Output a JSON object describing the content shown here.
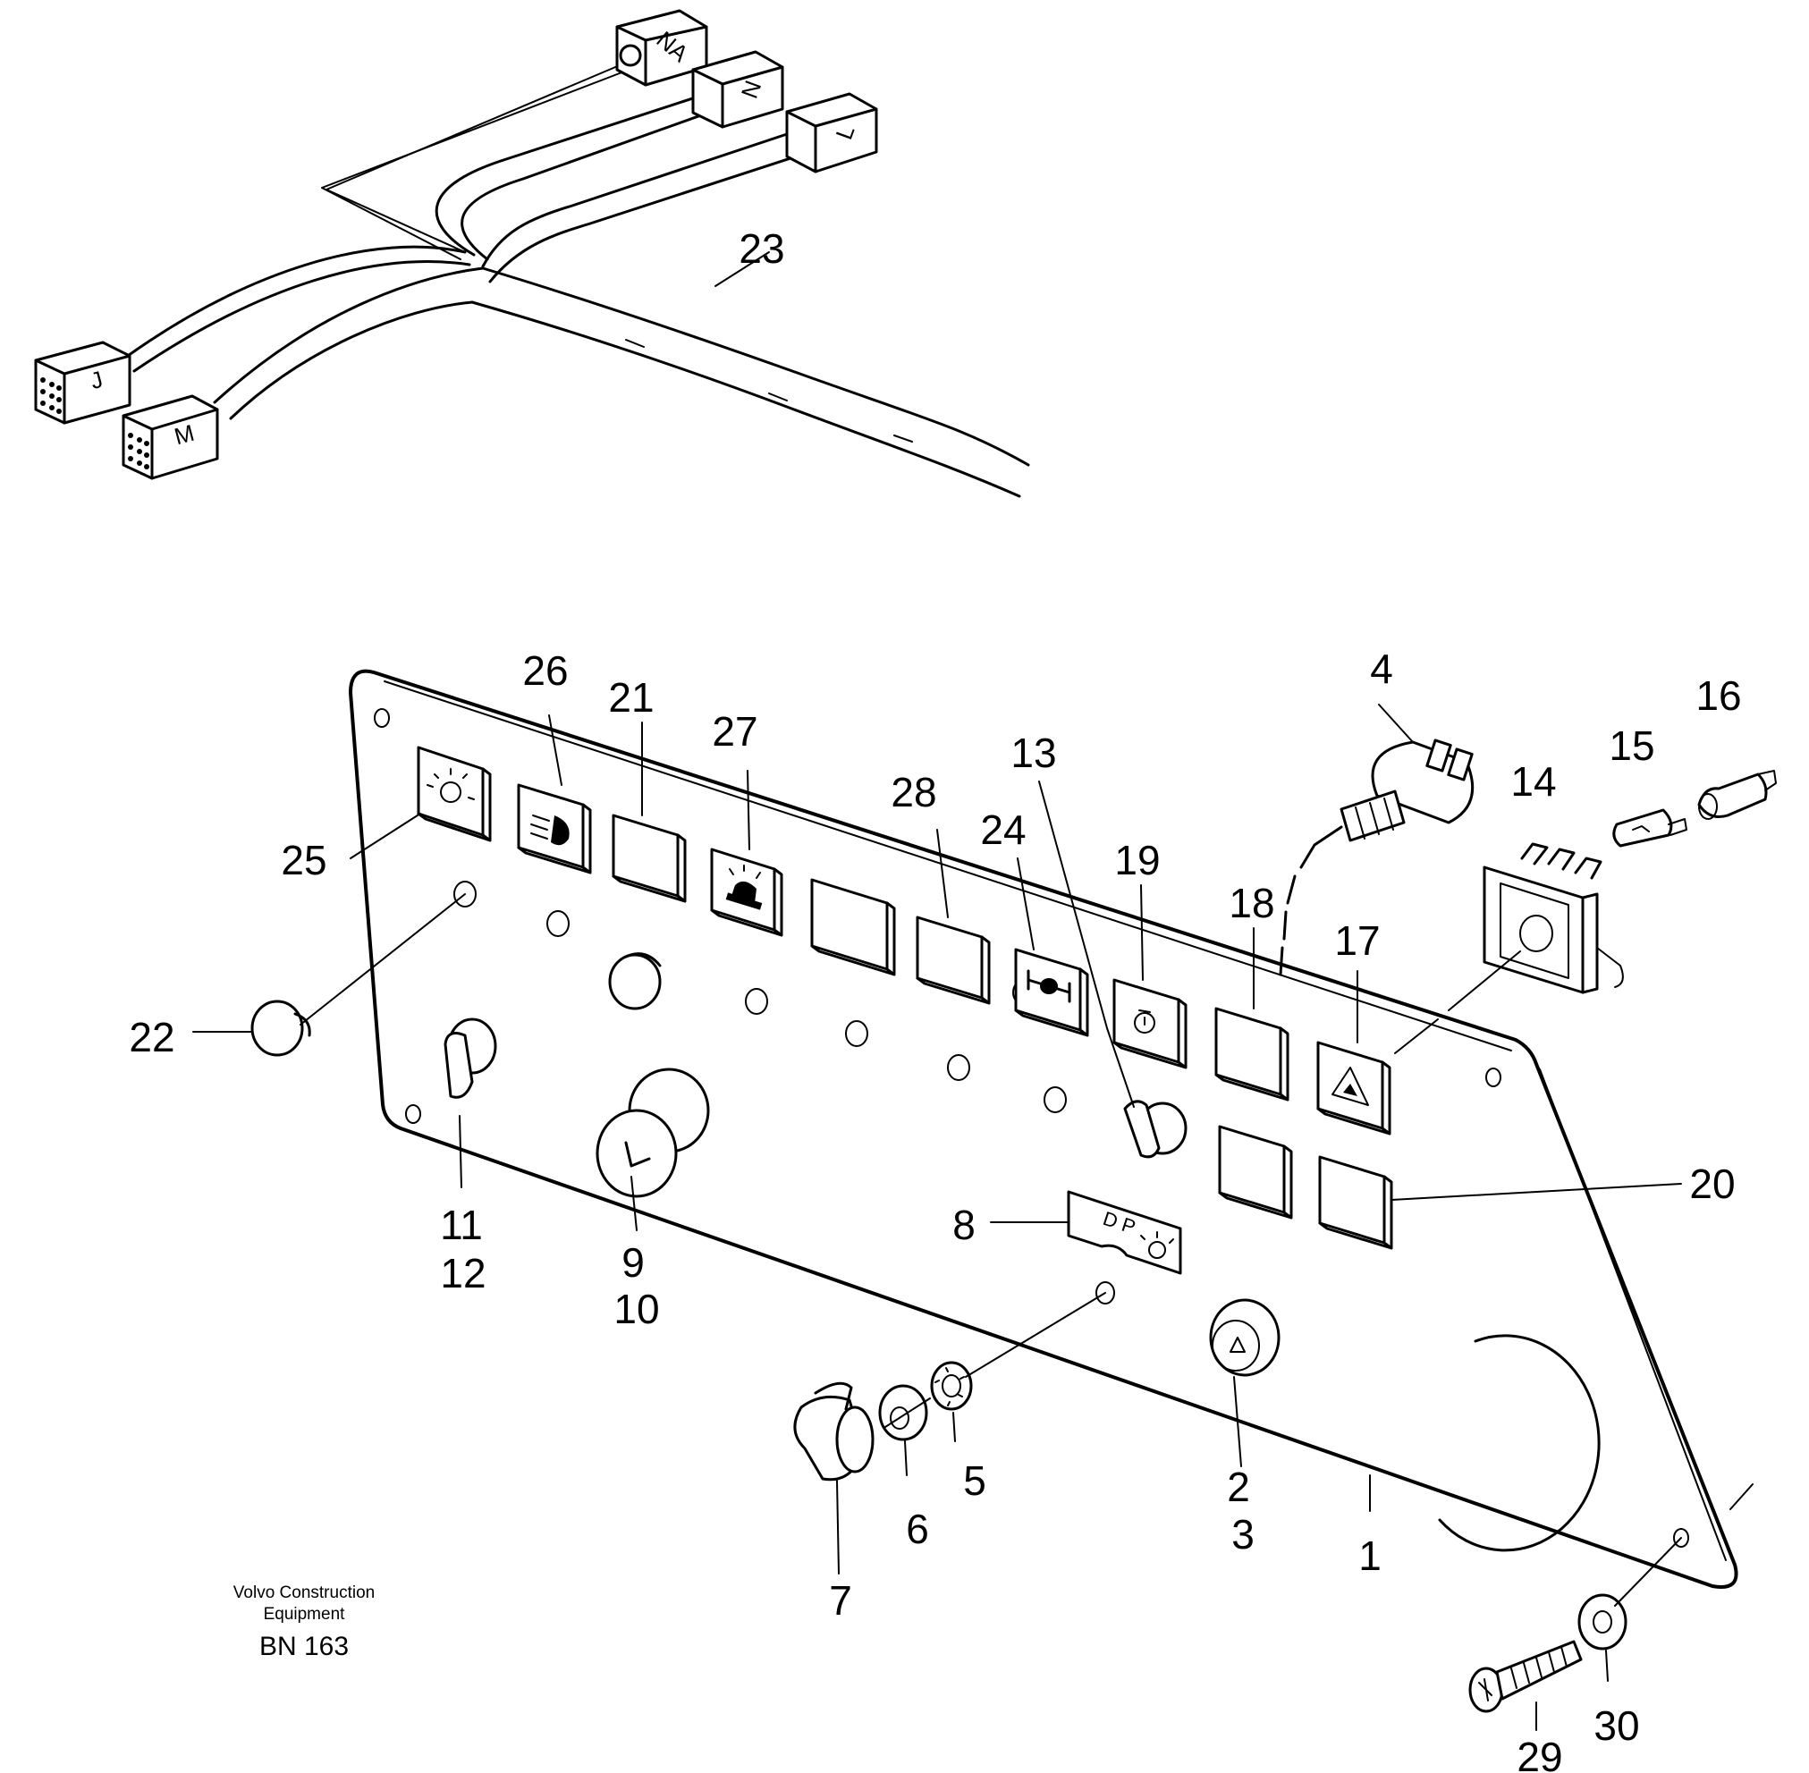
{
  "connectors": {
    "upper_left": "J",
    "lower_left": "M",
    "top": "NA",
    "middle": "N",
    "right": "L"
  },
  "callouts": {
    "c1": "1",
    "c2": "2",
    "c3": "3",
    "c4": "4",
    "c5": "5",
    "c6": "6",
    "c7": "7",
    "c8": "8",
    "c9": "9",
    "c10": "10",
    "c11": "11",
    "c12": "12",
    "c13": "13",
    "c14": "14",
    "c15": "15",
    "c16": "16",
    "c17": "17",
    "c18": "18",
    "c19": "19",
    "c20": "20",
    "c21": "21",
    "c22": "22",
    "c23": "23",
    "c24": "24",
    "c25": "25",
    "c26": "26",
    "c27": "27",
    "c28": "28",
    "c29": "29",
    "c30": "30"
  },
  "label_plate": {
    "text": "D P"
  },
  "caption": {
    "line1": "Volvo Construction",
    "line2": "Equipment",
    "code": "BN 163"
  },
  "icons": [
    "work-light-icon",
    "headlight-icon",
    "rotating-beacon-icon",
    "axle-lock-icon",
    "engine-preheat-icon",
    "hazard-warning-icon",
    "ignition-key-icon",
    "horn-icon"
  ]
}
